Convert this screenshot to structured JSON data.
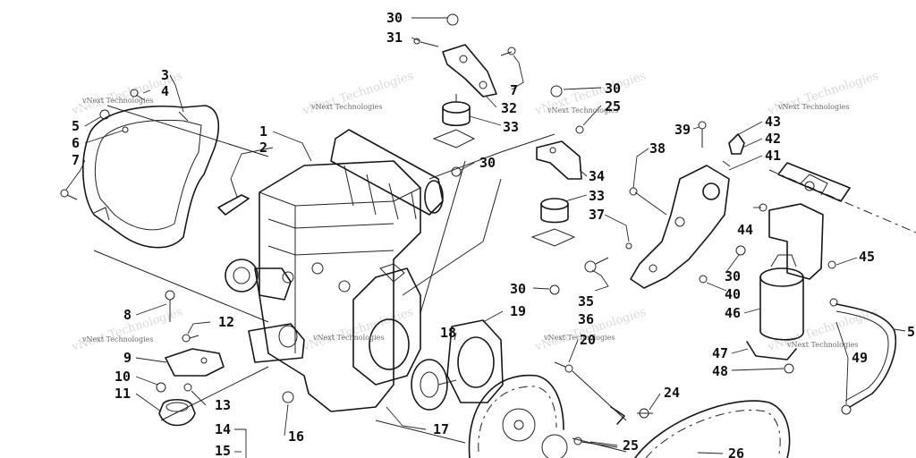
{
  "diagram": {
    "callouts": [
      {
        "id": "c30a",
        "text": "30"
      },
      {
        "id": "c31",
        "text": "31"
      },
      {
        "id": "c32",
        "text": "32"
      },
      {
        "id": "c33a",
        "text": "33"
      },
      {
        "id": "c30b",
        "text": "30"
      },
      {
        "id": "c7a",
        "text": "7"
      },
      {
        "id": "c30c",
        "text": "30"
      },
      {
        "id": "c25a",
        "text": "25"
      },
      {
        "id": "c3",
        "text": "3"
      },
      {
        "id": "c4",
        "text": "4"
      },
      {
        "id": "c5a",
        "text": "5"
      },
      {
        "id": "c6",
        "text": "6"
      },
      {
        "id": "c7b",
        "text": "7"
      },
      {
        "id": "c1",
        "text": "1"
      },
      {
        "id": "c2",
        "text": "2"
      },
      {
        "id": "c34",
        "text": "34"
      },
      {
        "id": "c33b",
        "text": "33"
      },
      {
        "id": "c37",
        "text": "37"
      },
      {
        "id": "c30d",
        "text": "30"
      },
      {
        "id": "c35",
        "text": "35"
      },
      {
        "id": "c36",
        "text": "36"
      },
      {
        "id": "c39",
        "text": "39"
      },
      {
        "id": "c38",
        "text": "38"
      },
      {
        "id": "c43",
        "text": "43"
      },
      {
        "id": "c42",
        "text": "42"
      },
      {
        "id": "c41",
        "text": "41"
      },
      {
        "id": "c44",
        "text": "44"
      },
      {
        "id": "c45",
        "text": "45"
      },
      {
        "id": "c30e",
        "text": "30"
      },
      {
        "id": "c40",
        "text": "40"
      },
      {
        "id": "c46",
        "text": "46"
      },
      {
        "id": "c5b",
        "text": "5"
      },
      {
        "id": "c47",
        "text": "47"
      },
      {
        "id": "c48",
        "text": "48"
      },
      {
        "id": "c49",
        "text": "49"
      },
      {
        "id": "c8",
        "text": "8"
      },
      {
        "id": "c12",
        "text": "12"
      },
      {
        "id": "c9",
        "text": "9"
      },
      {
        "id": "c10",
        "text": "10"
      },
      {
        "id": "c11",
        "text": "11"
      },
      {
        "id": "c13",
        "text": "13"
      },
      {
        "id": "c14",
        "text": "14"
      },
      {
        "id": "c15",
        "text": "15"
      },
      {
        "id": "c16",
        "text": "16"
      },
      {
        "id": "c17",
        "text": "17"
      },
      {
        "id": "c18",
        "text": "18"
      },
      {
        "id": "c19",
        "text": "19"
      },
      {
        "id": "c20",
        "text": "20"
      },
      {
        "id": "c24",
        "text": "24"
      },
      {
        "id": "c25b",
        "text": "25"
      },
      {
        "id": "c26",
        "text": "26"
      }
    ],
    "watermark": "vNext Technologies"
  }
}
